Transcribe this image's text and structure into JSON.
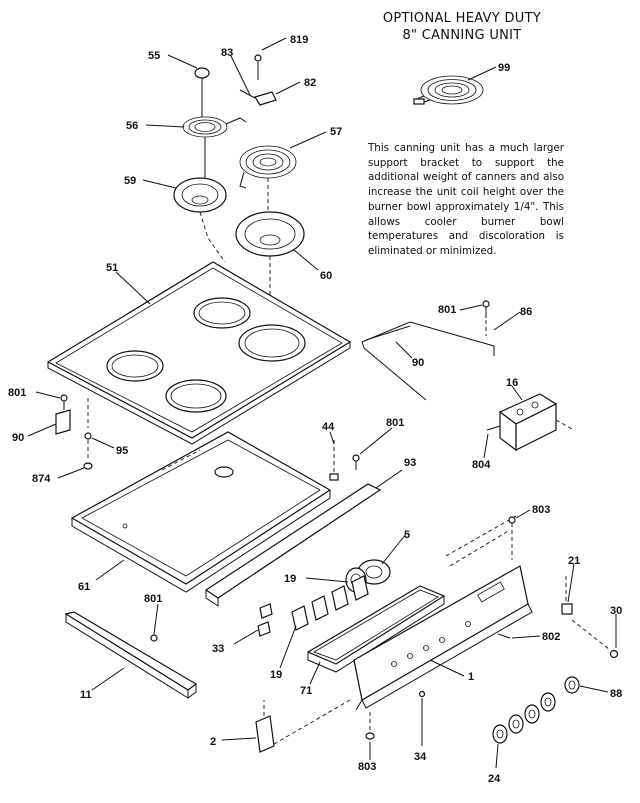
{
  "title": {
    "line1": "OPTIONAL HEAVY DUTY",
    "line2": "8\" CANNING UNIT"
  },
  "note": "This canning unit has a much larger support bracket to support the additional weight of canners and also increase the unit coil height over the burner bowl approximately 1/4\".  This allows cooler burner bowl temperatures and discoloration is eliminated or minimized.",
  "labels": {
    "p55": "55",
    "p83": "83",
    "p819": "819",
    "p82": "82",
    "p99": "99",
    "p56": "56",
    "p57": "57",
    "p59": "59",
    "p60": "60",
    "p51": "51",
    "p801a": "801",
    "p86": "86",
    "p90a": "90",
    "p801b": "801",
    "p90b": "90",
    "p95": "95",
    "p874": "874",
    "p16": "16",
    "p44": "44",
    "p801c": "801",
    "p93": "93",
    "p804": "804",
    "p803a": "803",
    "p5": "5",
    "p21": "21",
    "p19a": "19",
    "p61": "61",
    "p801d": "801",
    "p30": "30",
    "p33": "33",
    "p802": "802",
    "p19b": "19",
    "p1": "1",
    "p11": "11",
    "p71": "71",
    "p88": "88",
    "p2": "2",
    "p34": "34",
    "p803b": "803",
    "p24": "24"
  }
}
